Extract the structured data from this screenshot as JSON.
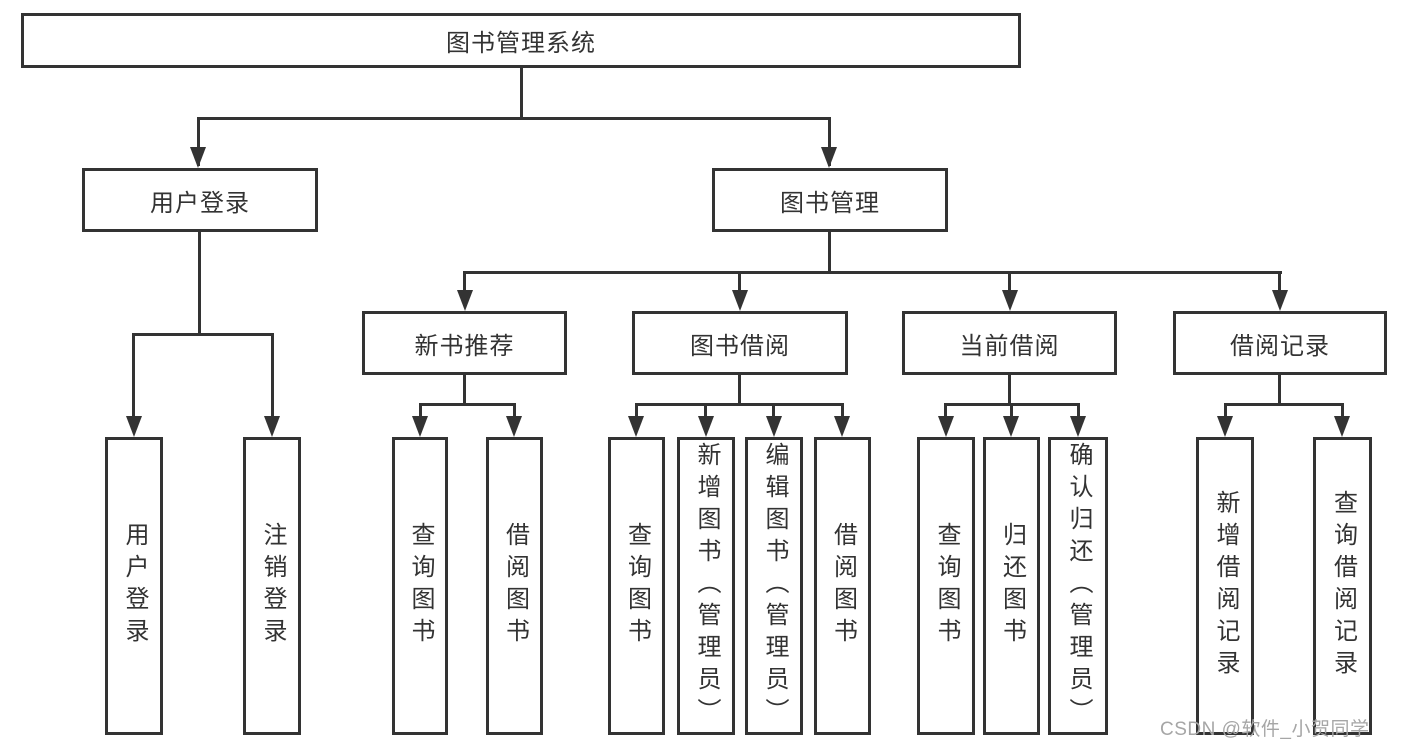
{
  "diagram": {
    "root_label": "图书管理系统",
    "level2": [
      {
        "label": "用户登录"
      },
      {
        "label": "图书管理"
      }
    ],
    "level3": [
      {
        "label": "新书推荐"
      },
      {
        "label": "图书借阅"
      },
      {
        "label": "当前借阅"
      },
      {
        "label": "借阅记录"
      }
    ],
    "leaf_groups": [
      {
        "leaves": [
          "用户登录",
          "注销登录"
        ]
      },
      {
        "leaves": [
          "查询图书",
          "借阅图书"
        ]
      },
      {
        "leaves": [
          "查询图书",
          "新增图书（管理员）",
          "编辑图书（管理员）",
          "借阅图书"
        ]
      },
      {
        "leaves": [
          "查询图书",
          "归还图书",
          "确认归还（管理员）"
        ]
      },
      {
        "leaves": [
          "新增借阅记录",
          "查询借阅记录"
        ]
      }
    ]
  },
  "watermark": {
    "text": "CSDN @软件_小贺同学"
  },
  "colors": {
    "line": "#333333",
    "border": "#333333",
    "text": "#333333",
    "watermark": "#a6a6a6",
    "background": "#ffffff"
  }
}
